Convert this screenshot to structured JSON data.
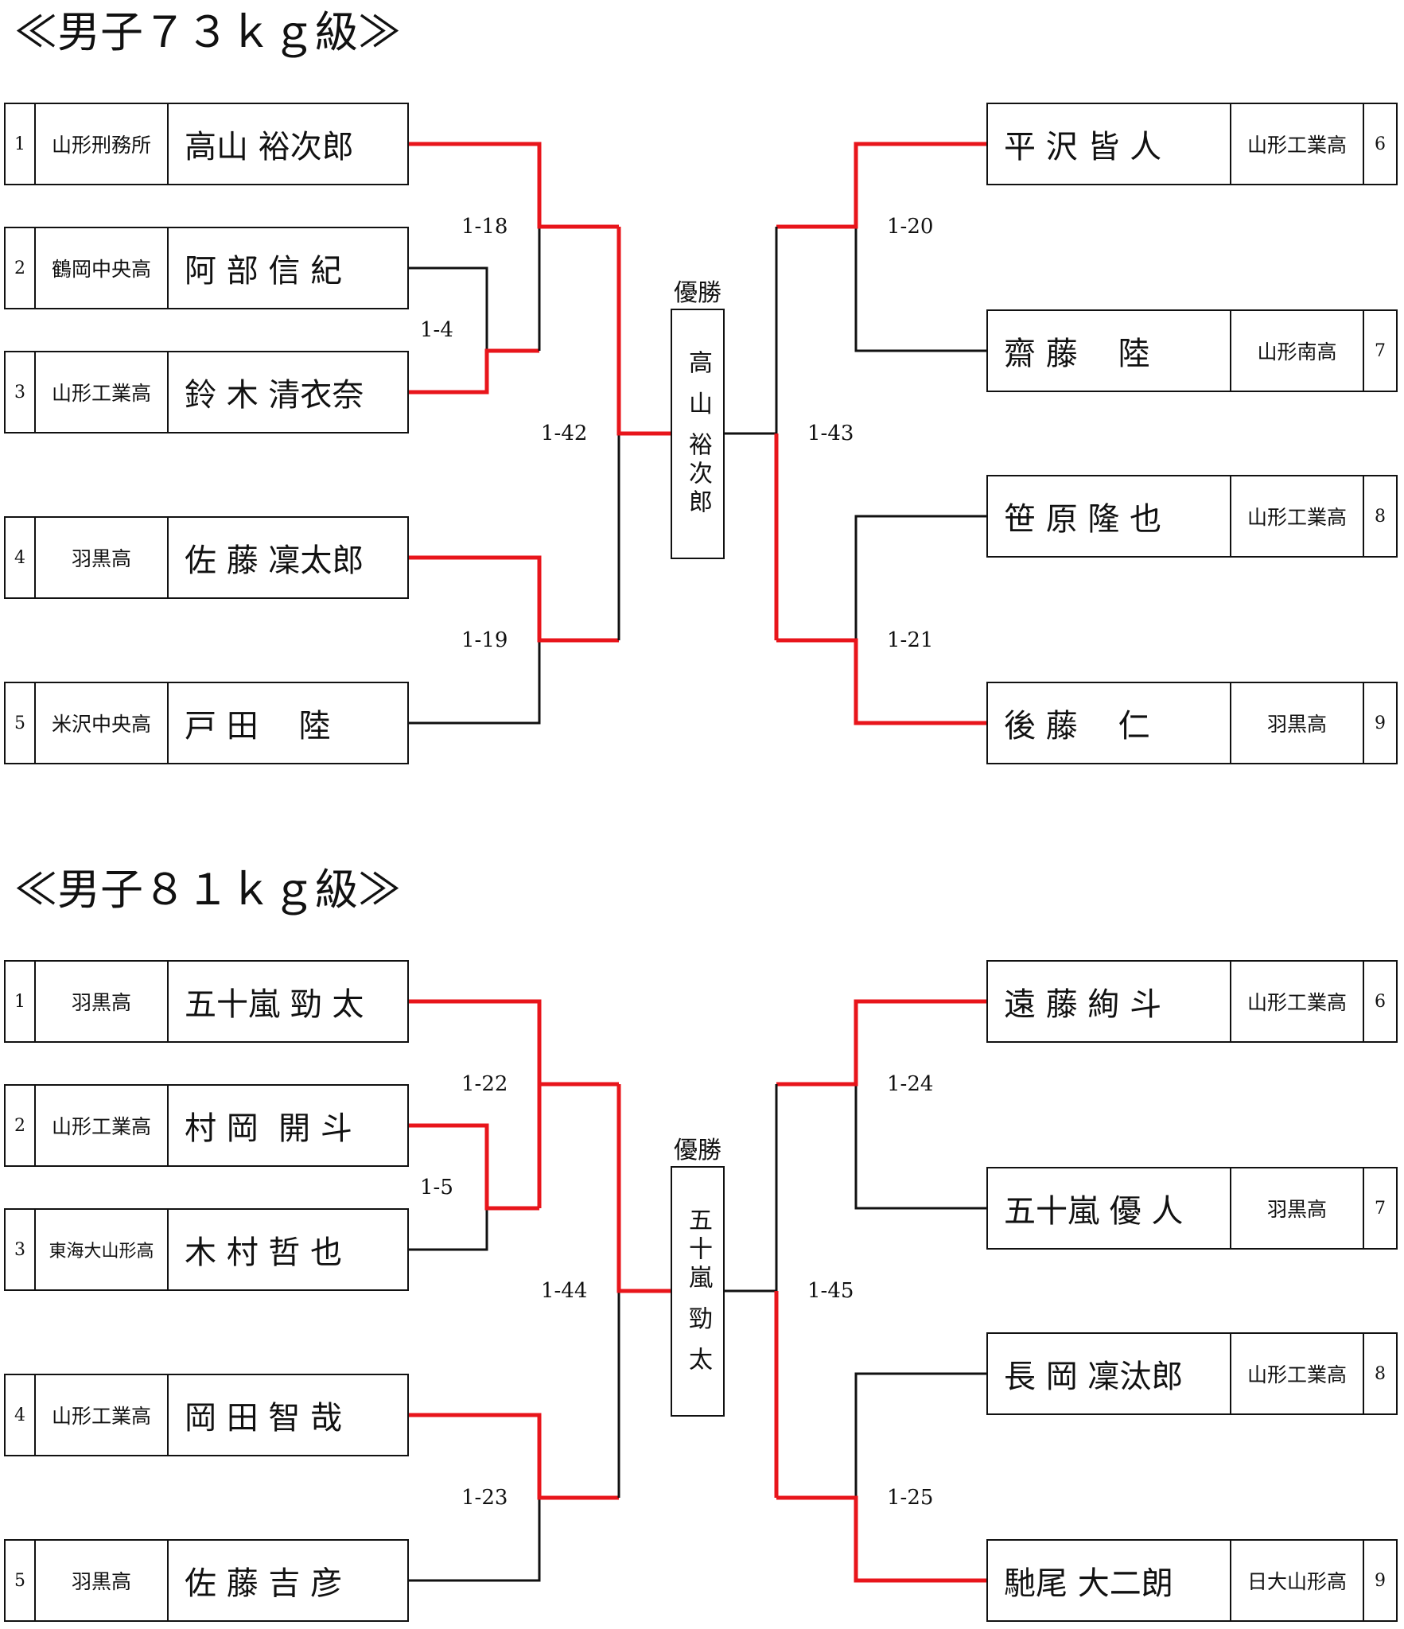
{
  "accent_color": "#e8151b",
  "line_color": "#111111",
  "brackets": [
    {
      "title": "≪男子７３ｋｇ級≫",
      "champion_label": "優勝",
      "champion_name": "高 山 裕次郎",
      "left": [
        {
          "num": "1",
          "school": "山形刑務所",
          "name": "高山 裕次郎"
        },
        {
          "num": "2",
          "school": "鶴岡中央高",
          "name": "阿 部 信 紀"
        },
        {
          "num": "3",
          "school": "山形工業高",
          "name": "鈴 木 清衣奈"
        },
        {
          "num": "4",
          "school": "羽黒高",
          "name": "佐 藤 凜太郎"
        },
        {
          "num": "5",
          "school": "米沢中央高",
          "name": "戸 田    陸"
        }
      ],
      "right": [
        {
          "num": "6",
          "school": "山形工業高",
          "name": "平 沢 皆 人"
        },
        {
          "num": "7",
          "school": "山形南高",
          "name": "齋 藤    陸"
        },
        {
          "num": "8",
          "school": "山形工業高",
          "name": "笹 原 隆 也"
        },
        {
          "num": "9",
          "school": "羽黒高",
          "name": "後 藤    仁"
        }
      ],
      "matches": {
        "m_1_4": "1-4",
        "m_1_18": "1-18",
        "m_1_19": "1-19",
        "m_1_42": "1-42",
        "m_1_20": "1-20",
        "m_1_21": "1-21",
        "m_1_43": "1-43"
      }
    },
    {
      "title": "≪男子８１ｋｇ級≫",
      "champion_label": "優勝",
      "champion_name": "五十嵐 勁 太",
      "left": [
        {
          "num": "1",
          "school": "羽黒高",
          "name": "五十嵐 勁 太"
        },
        {
          "num": "2",
          "school": "山形工業高",
          "name": "村 岡  開 斗"
        },
        {
          "num": "3",
          "school": "東海大山形高",
          "name": "木 村 哲 也"
        },
        {
          "num": "4",
          "school": "山形工業高",
          "name": "岡 田 智 哉"
        },
        {
          "num": "5",
          "school": "羽黒高",
          "name": "佐 藤 吉 彦"
        }
      ],
      "right": [
        {
          "num": "6",
          "school": "山形工業高",
          "name": "遠 藤 絢 斗"
        },
        {
          "num": "7",
          "school": "羽黒高",
          "name": "五十嵐 優 人"
        },
        {
          "num": "8",
          "school": "山形工業高",
          "name": "長 岡 凜汰郎"
        },
        {
          "num": "9",
          "school": "日大山形高",
          "name": "馳尾 大二朗"
        }
      ],
      "matches": {
        "m_1_5": "1-5",
        "m_1_22": "1-22",
        "m_1_23": "1-23",
        "m_1_44": "1-44",
        "m_1_24": "1-24",
        "m_1_25": "1-25",
        "m_1_45": "1-45"
      }
    }
  ]
}
